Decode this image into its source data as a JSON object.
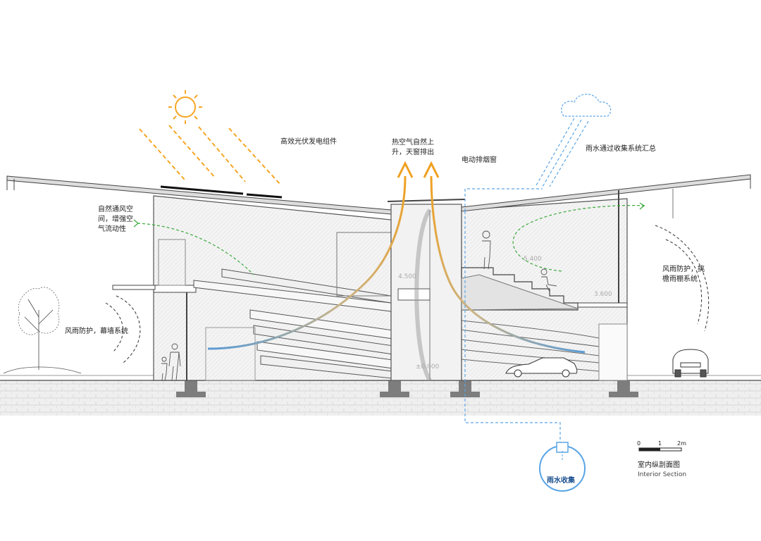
{
  "labels": {
    "pv": "高效光伏发电组件",
    "hot_air_1": "热空气自然上",
    "hot_air_2": "升，天窗排出",
    "smoke_window": "电动排烟窗",
    "rain_collect": "雨水通过收集系统汇总",
    "natural_vent_1": "自然通风空",
    "natural_vent_2": "间，增强空",
    "natural_vent_3": "气流动性",
    "wind_left": "风雨防护，幕墙系统",
    "wind_right_1": "风雨防护，挑",
    "wind_right_2": "檐雨棚系统",
    "tank": "雨水收集"
  },
  "elevations": {
    "e1": "4.500",
    "e2": "5.400",
    "e3": "3.600",
    "e4": "±0.000"
  },
  "scale_bar": {
    "t0": "0",
    "t1": "1",
    "t2": "2m",
    "title_cn": "室内纵剖面图",
    "title_en": "Interior Section"
  },
  "colors": {
    "sun": "#f5a623",
    "hot_air": "#f0a020",
    "cool_air": "#5b9bd5",
    "rain": "#5aa5e6",
    "ventilation": "#3aa83a",
    "line": "#444444",
    "ground": "#e6e6e6"
  },
  "icons": [
    "sun-icon",
    "cloud-icon",
    "tree-icon",
    "car-icon",
    "person-icon"
  ]
}
